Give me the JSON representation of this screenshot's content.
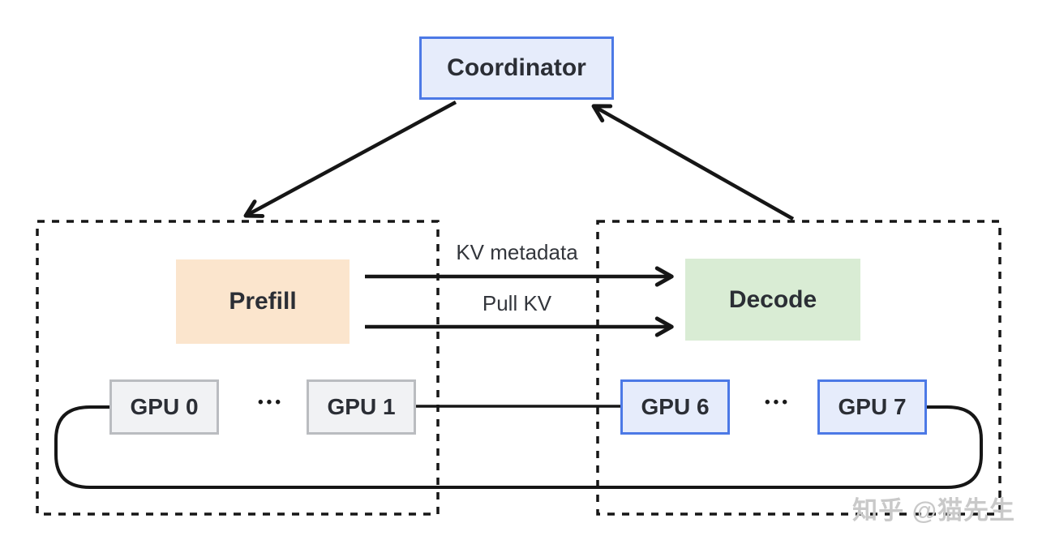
{
  "colors": {
    "line": "#161616",
    "text": "#2b2e35",
    "blue_border": "#4c79e6",
    "blue_fill": "#e6ecfb",
    "peach_fill": "#fbe5cd",
    "green_fill": "#d9ecd4",
    "gray_fill": "#f1f2f4",
    "gray_border": "#babcc0",
    "watermark": "#c9c9c9"
  },
  "coordinator": {
    "label": "Coordinator"
  },
  "prefill_group": {
    "engine_label": "Prefill",
    "gpus": [
      {
        "label": "GPU 0"
      },
      {
        "label": "GPU 1"
      }
    ],
    "ellipsis": "•••"
  },
  "decode_group": {
    "engine_label": "Decode",
    "gpus": [
      {
        "label": "GPU 6"
      },
      {
        "label": "GPU 7"
      }
    ],
    "ellipsis": "•••"
  },
  "links": {
    "kv_metadata_label": "KV metadata",
    "pull_kv_label": "Pull KV"
  },
  "watermark": "知乎 @猫先生"
}
